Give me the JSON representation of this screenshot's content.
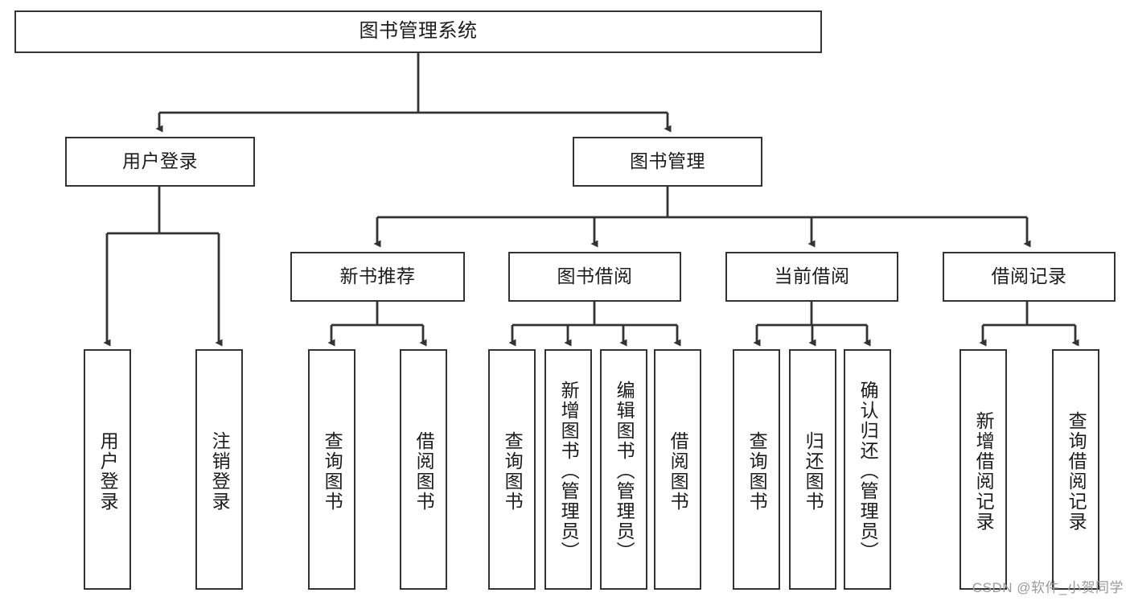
{
  "diagram": {
    "type": "tree",
    "title": "图书管理系统",
    "watermark": "CSDN @软件_小贺同学",
    "style": {
      "box_border_color": "#333333",
      "box_fill_color": "#ffffff",
      "edge_color": "#333333",
      "text_color": "#1c1c1c",
      "background_color": "#ffffff"
    },
    "nodes": {
      "root": {
        "label": "图书管理系统",
        "orientation": "horizontal",
        "level": 1
      },
      "l2": [
        {
          "id": "user-login",
          "label": "用户登录",
          "orientation": "horizontal",
          "level": 2
        },
        {
          "id": "book-management",
          "label": "图书管理",
          "orientation": "horizontal",
          "level": 2
        }
      ],
      "l3": [
        {
          "id": "new-book-recommend",
          "label": "新书推荐",
          "orientation": "horizontal",
          "level": 3,
          "parent": "book-management"
        },
        {
          "id": "book-borrow",
          "label": "图书借阅",
          "orientation": "horizontal",
          "level": 3,
          "parent": "book-management"
        },
        {
          "id": "current-borrow",
          "label": "当前借阅",
          "orientation": "horizontal",
          "level": 3,
          "parent": "book-management"
        },
        {
          "id": "borrow-record",
          "label": "借阅记录",
          "orientation": "horizontal",
          "level": 3,
          "parent": "book-management"
        }
      ],
      "leaves": [
        {
          "id": "leaf-user-login",
          "label": "用户登录",
          "orientation": "vertical",
          "parent": "user-login"
        },
        {
          "id": "leaf-logout-login",
          "label": "注销登录",
          "orientation": "vertical",
          "parent": "user-login"
        },
        {
          "id": "leaf-query-book-1",
          "label": "查询图书",
          "orientation": "vertical",
          "parent": "new-book-recommend"
        },
        {
          "id": "leaf-borrow-book-1",
          "label": "借阅图书",
          "orientation": "vertical",
          "parent": "new-book-recommend"
        },
        {
          "id": "leaf-query-book-2",
          "label": "查询图书",
          "orientation": "vertical",
          "parent": "book-borrow"
        },
        {
          "id": "leaf-add-book",
          "label": "新增图书（管理员）",
          "orientation": "vertical",
          "parent": "book-borrow"
        },
        {
          "id": "leaf-edit-book",
          "label": "编辑图书（管理员）",
          "orientation": "vertical",
          "parent": "book-borrow"
        },
        {
          "id": "leaf-borrow-book-2",
          "label": "借阅图书",
          "orientation": "vertical",
          "parent": "book-borrow"
        },
        {
          "id": "leaf-query-book-3",
          "label": "查询图书",
          "orientation": "vertical",
          "parent": "current-borrow"
        },
        {
          "id": "leaf-return-book",
          "label": "归还图书",
          "orientation": "vertical",
          "parent": "current-borrow"
        },
        {
          "id": "leaf-confirm-return",
          "label": "确认归还（管理员）",
          "orientation": "vertical",
          "parent": "current-borrow"
        },
        {
          "id": "leaf-add-record",
          "label": "新增借阅记录",
          "orientation": "vertical",
          "parent": "borrow-record"
        },
        {
          "id": "leaf-query-record",
          "label": "查询借阅记录",
          "orientation": "vertical",
          "parent": "borrow-record"
        }
      ]
    }
  }
}
